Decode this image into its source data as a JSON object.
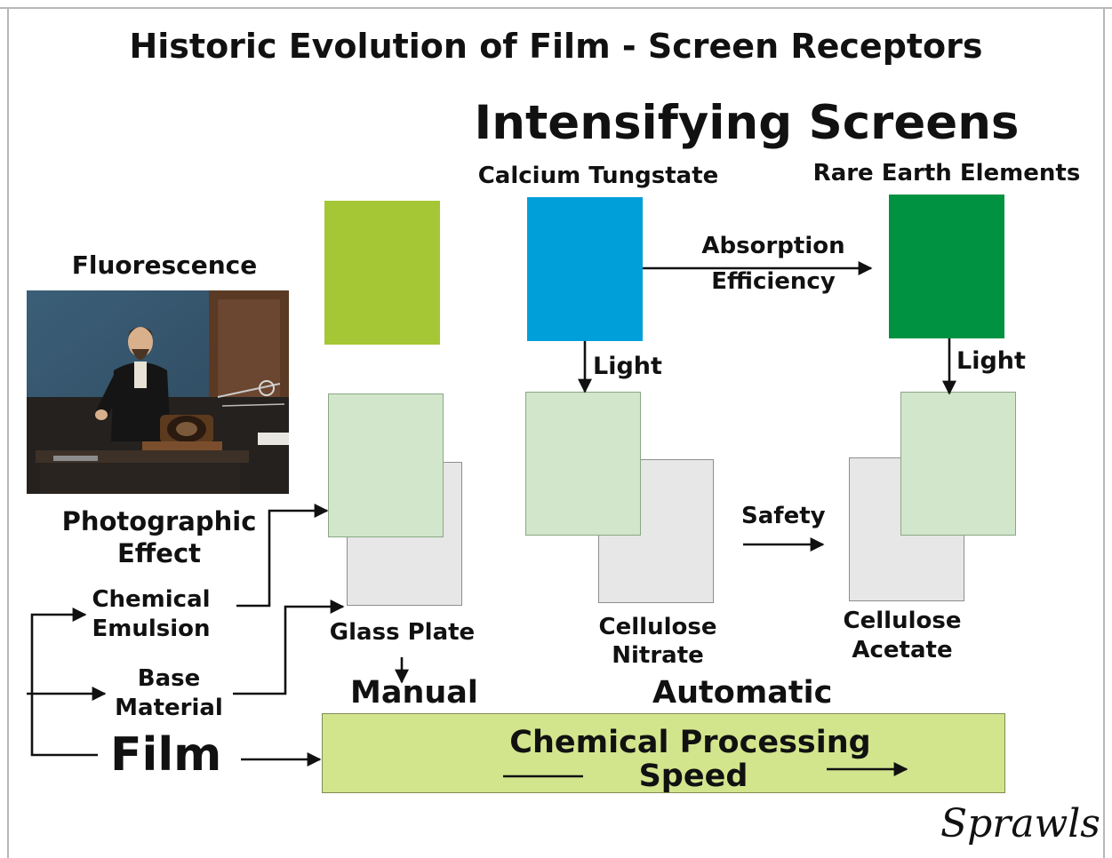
{
  "title": "Historic Evolution of Film - Screen Receptors",
  "screens_heading": "Intensifying Screens",
  "screen_types": {
    "calcium_tungstate": "Calcium Tungstate",
    "rare_earth": "Rare Earth Elements"
  },
  "absorption": [
    "Absorption",
    "Efficiency"
  ],
  "light_label": "Light",
  "fluorescence_label": "Fluorescence",
  "photographic_effect": [
    "Photographic",
    "Effect"
  ],
  "chemical_emulsion": [
    "Chemical",
    "Emulsion"
  ],
  "base_material": [
    "Base",
    "Material"
  ],
  "film_label": "Film",
  "glass_plate": "Glass Plate",
  "cellulose_nitrate": [
    "Cellulose",
    "Nitrate"
  ],
  "cellulose_acetate": [
    "Cellulose",
    "Acetate"
  ],
  "safety_label": "Safety",
  "manual_label": "Manual",
  "automatic_label": "Automatic",
  "processing_bar": [
    "Chemical Processing",
    "Speed"
  ],
  "signature": "Sprawls",
  "colors": {
    "early_screen": "#a5c735",
    "calcium_tungstate_screen": "#009fda",
    "rare_earth_screen": "#009240",
    "film_emulsion": "#d2e6cc",
    "film_base": "#e7e7e7",
    "processing_bar": "#d2e58d"
  }
}
